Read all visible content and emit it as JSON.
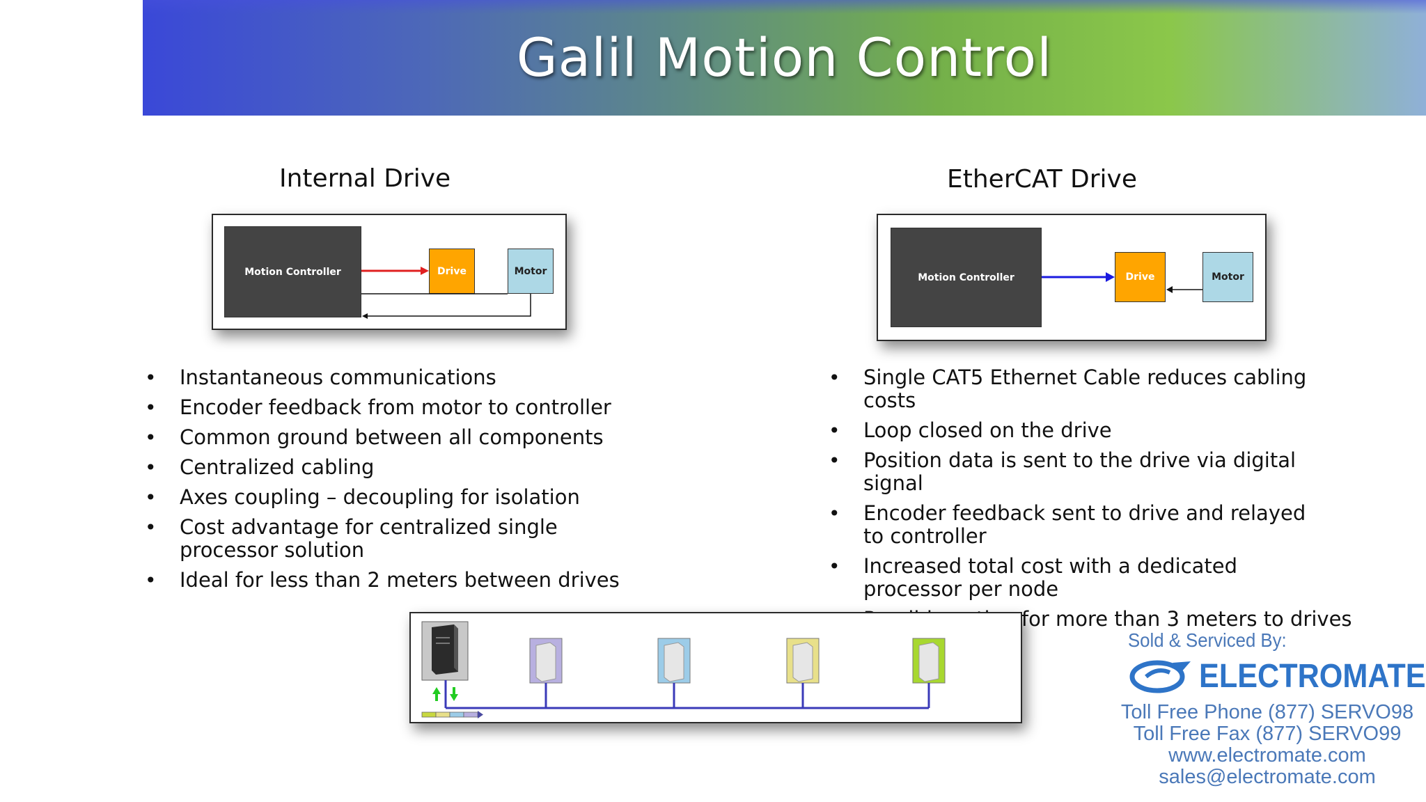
{
  "header": {
    "title": "Galil Motion Control"
  },
  "internal": {
    "title": "Internal Drive",
    "diagram": {
      "controller": "Motion Controller",
      "drive": "Drive",
      "motor": "Motor"
    },
    "bullets": [
      "Instantaneous communications",
      "Encoder feedback from motor to controller",
      "Common ground between all components",
      "Centralized cabling",
      "Axes coupling – decoupling for isolation",
      "Cost advantage for centralized single processor solution",
      "Ideal for less than 2 meters between drives"
    ]
  },
  "ethercat": {
    "title": "EtherCAT Drive",
    "diagram": {
      "controller": "Motion Controller",
      "drive": "Drive",
      "motor": "Motor"
    },
    "bullets": [
      "Single CAT5 Ethernet Cable reduces cabling costs",
      "Loop closed on the drive",
      "Position data is sent to the drive via digital signal",
      "Encoder feedback sent to drive and relayed to controller",
      "Increased total cost with a dedicated processor per node",
      "Possible option for more than 3 meters to drives"
    ]
  },
  "vendor": {
    "sold_by": "Sold & Serviced By:",
    "logo": "ELECTROMATE",
    "phone": "Toll Free Phone  (877) SERVO98",
    "fax": "Toll Free Fax  (877) SERVO99",
    "web": "www.electromate.com",
    "email": "sales@electromate.com"
  },
  "colors": {
    "drive": "#ffa500",
    "motor": "#add8e6",
    "controller": "#444444",
    "internal_arrow": "#e02020",
    "ethercat_arrow": "#1a1ae0",
    "network_line": "#3a3ab8",
    "brand_blue": "#2e74c8"
  },
  "icons": [
    "controller-device-icon",
    "ethercat-node-icon",
    "electromate-logo-icon"
  ]
}
